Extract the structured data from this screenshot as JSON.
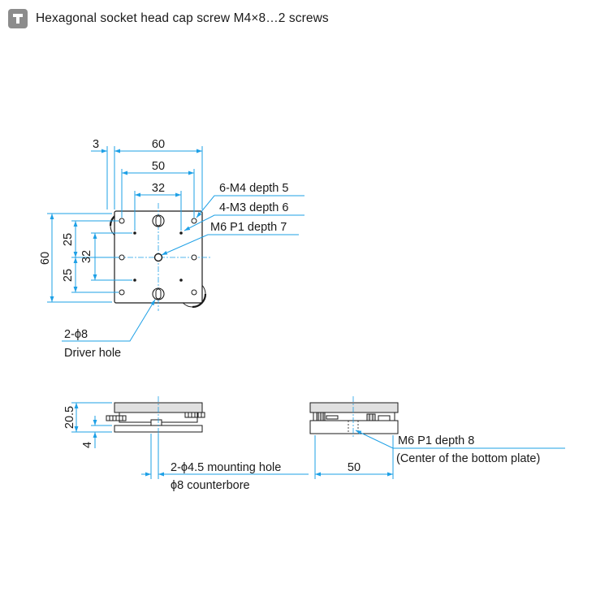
{
  "header": {
    "title": "Hexagonal socket head cap screw M4×8…2 screws",
    "icon": "screw-t-icon",
    "icon_color": "#8c8c8c"
  },
  "colors": {
    "dimension": "#1ea0e6",
    "outline": "#1a1a1a",
    "stage_top": "#e0e0e0"
  },
  "top_view": {
    "dims": {
      "offset": "3",
      "width_outer": "60",
      "hole_pitch_50": "50",
      "hole_pitch_32": "32",
      "height_outer": "60",
      "pitch_25_top": "25",
      "pitch_32_vert": "32",
      "pitch_25_bottom": "25"
    },
    "callouts": {
      "m4_holes": "6-M4 depth 5",
      "m3_holes": "4-M3 depth 6",
      "m6_center": "M6 P1 depth 7",
      "driver_qty": "2-ϕ8",
      "driver_name": "Driver hole"
    }
  },
  "side_view": {
    "dims": {
      "total_height": "20.5",
      "base_height": "4"
    },
    "callouts": {
      "mount_holes": "2-ϕ4.5 mounting hole",
      "counterbore": "ϕ8 counterbore"
    }
  },
  "front_view": {
    "dims": {
      "base_width": "50"
    },
    "callouts": {
      "bottom_tap": "M6 P1 depth 8",
      "bottom_tap_note": "(Center of the bottom plate)"
    }
  }
}
